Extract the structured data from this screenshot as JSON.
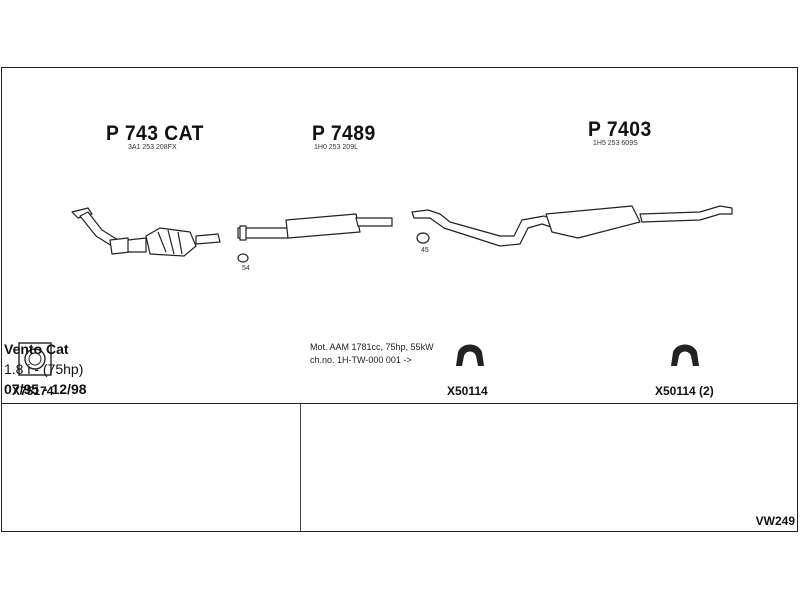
{
  "parts": [
    {
      "title": "P 743 CAT",
      "subtitle": "3A1 253 208FX"
    },
    {
      "title": "P 7489",
      "subtitle": "1H0 253 209L"
    },
    {
      "title": "P 7403",
      "subtitle": "1H5 253 609S"
    }
  ],
  "clamp_numbers": [
    "54",
    "45"
  ],
  "accessories": [
    {
      "code": "X75174",
      "icon": "flange-gasket-icon"
    },
    {
      "code": "X50114",
      "icon": "rubber-hanger-icon"
    },
    {
      "code": "X50114 (2)",
      "icon": "rubber-hanger-icon"
    }
  ],
  "vehicle": {
    "model": "Vento Cat",
    "engine": "1.8 i - (75hp)",
    "years": "07/95 - 12/98"
  },
  "specs": {
    "motor": "Mot. AAM 1781cc, 75hp, 55kW",
    "chassis": "ch.no. 1H-TW-000 001 ->"
  },
  "reference": "VW249"
}
